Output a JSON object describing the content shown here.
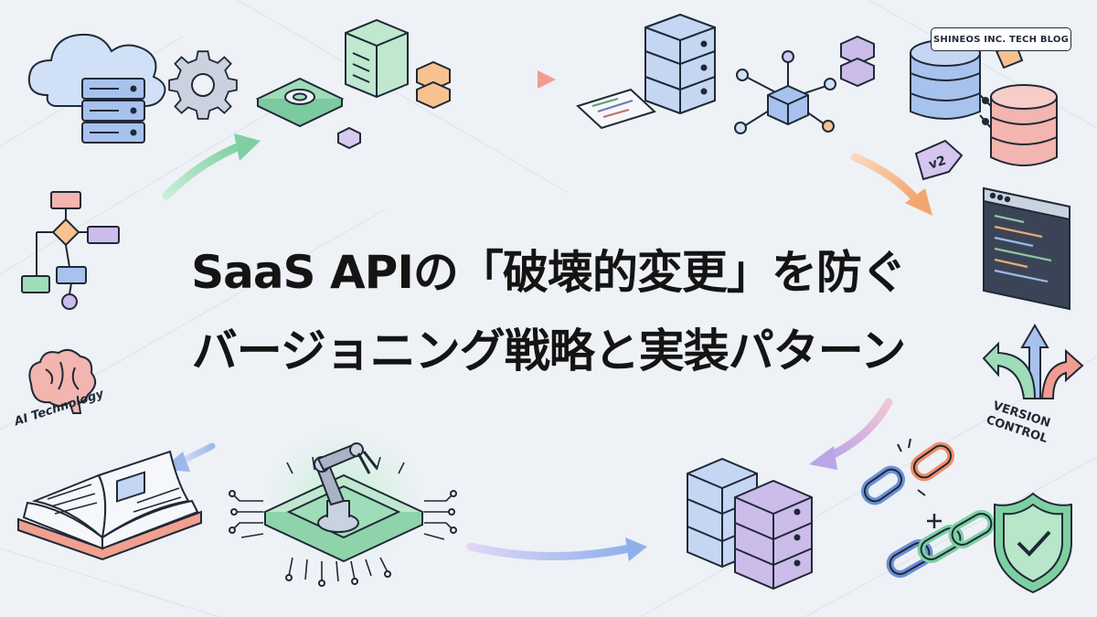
{
  "badge": {
    "text": "SHINEOS INC. TECH BLOG"
  },
  "title": {
    "line1": "SaaS APIの「破壊的変更」を防ぐ",
    "line2": "バージョニング戦略と実装パターン"
  },
  "labels": {
    "ai_technology": "AI Technology",
    "version_line1": "VERSION",
    "version_line2": "CONTROL",
    "v2_tag": "v2"
  },
  "icons": {
    "cloud": "cloud-icon",
    "gear": "gear-icon",
    "robot": "robot-arm-icon",
    "book": "book-icon",
    "brain": "brain-icon",
    "lock": "shield-check-icon",
    "chain": "chain-link-icon"
  },
  "colors": {
    "background": "#eef1f5",
    "accent_green": "#86d4a8",
    "accent_orange": "#f5b183",
    "accent_blue": "#9db9ec",
    "accent_purple": "#b9a6e6",
    "accent_pink": "#f08e8e",
    "title_text": "#141414"
  }
}
